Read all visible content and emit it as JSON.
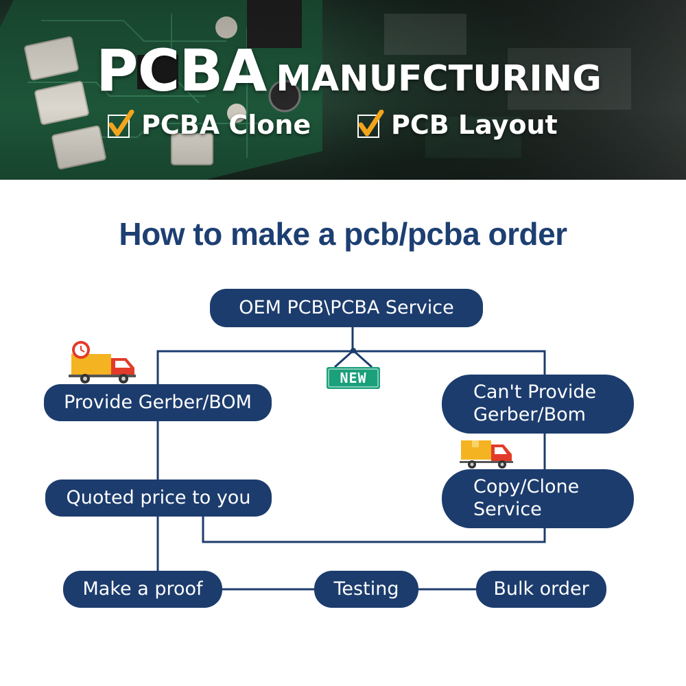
{
  "banner": {
    "title_big": "PCBA",
    "title_small": "MANUFCTURING",
    "features": [
      "PCBA Clone",
      "PCB Layout"
    ],
    "check_icon": "check-icon"
  },
  "heading": "How to make a pcb/pcba order",
  "flow": {
    "oem": "OEM PCB\\PCBA Service",
    "new_badge": "NEW",
    "provide": "Provide Gerber/BOM",
    "cant_provide": "Can't Provide Gerber/Bom",
    "quoted": "Quoted price to you",
    "copy": "Copy/Clone Service",
    "proof": "Make a proof",
    "testing": "Testing",
    "bulk": "Bulk order"
  },
  "colors": {
    "pill": "#1c3c6d",
    "heading": "#1d3f72",
    "line": "#1c3c6d",
    "check": "#f2a51c",
    "new_sign": "#1aa07a"
  }
}
